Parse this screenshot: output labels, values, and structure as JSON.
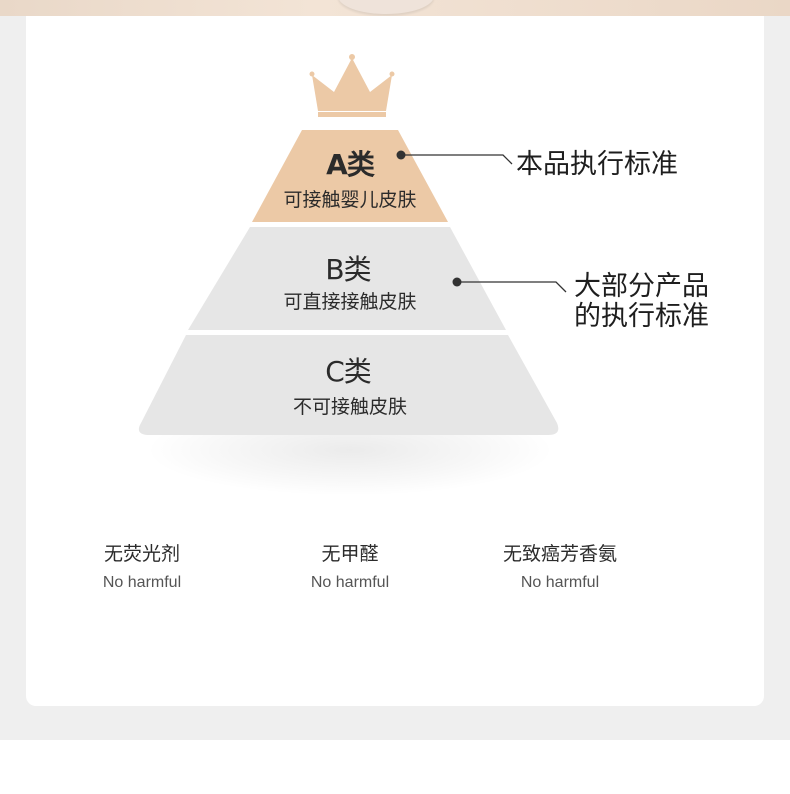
{
  "pyramid": {
    "tiers": [
      {
        "title": "A类",
        "subtitle": "可接触婴儿皮肤"
      },
      {
        "title": "B类",
        "subtitle": "可直接接触皮肤"
      },
      {
        "title": "C类",
        "subtitle": "不可接触皮肤"
      }
    ]
  },
  "callouts": [
    {
      "lines": [
        "本品执行标准"
      ]
    },
    {
      "lines": [
        "大部分产品",
        "的执行标准"
      ]
    }
  ],
  "features": [
    {
      "name": "无荧光剂",
      "en": "No harmful"
    },
    {
      "name": "无甲醛",
      "en": "No harmful"
    },
    {
      "name": "无致癌芳香氨",
      "en": "No harmful"
    }
  ],
  "colors": {
    "tier_a": "#ecc9a6",
    "tier_b": "#e6e6e6",
    "tier_c": "#e6e6e6",
    "crown": "#ecc9a6",
    "card_bg": "#ffffff",
    "page_bg": "#efefef"
  },
  "icons": {
    "crown": "crown-icon"
  }
}
